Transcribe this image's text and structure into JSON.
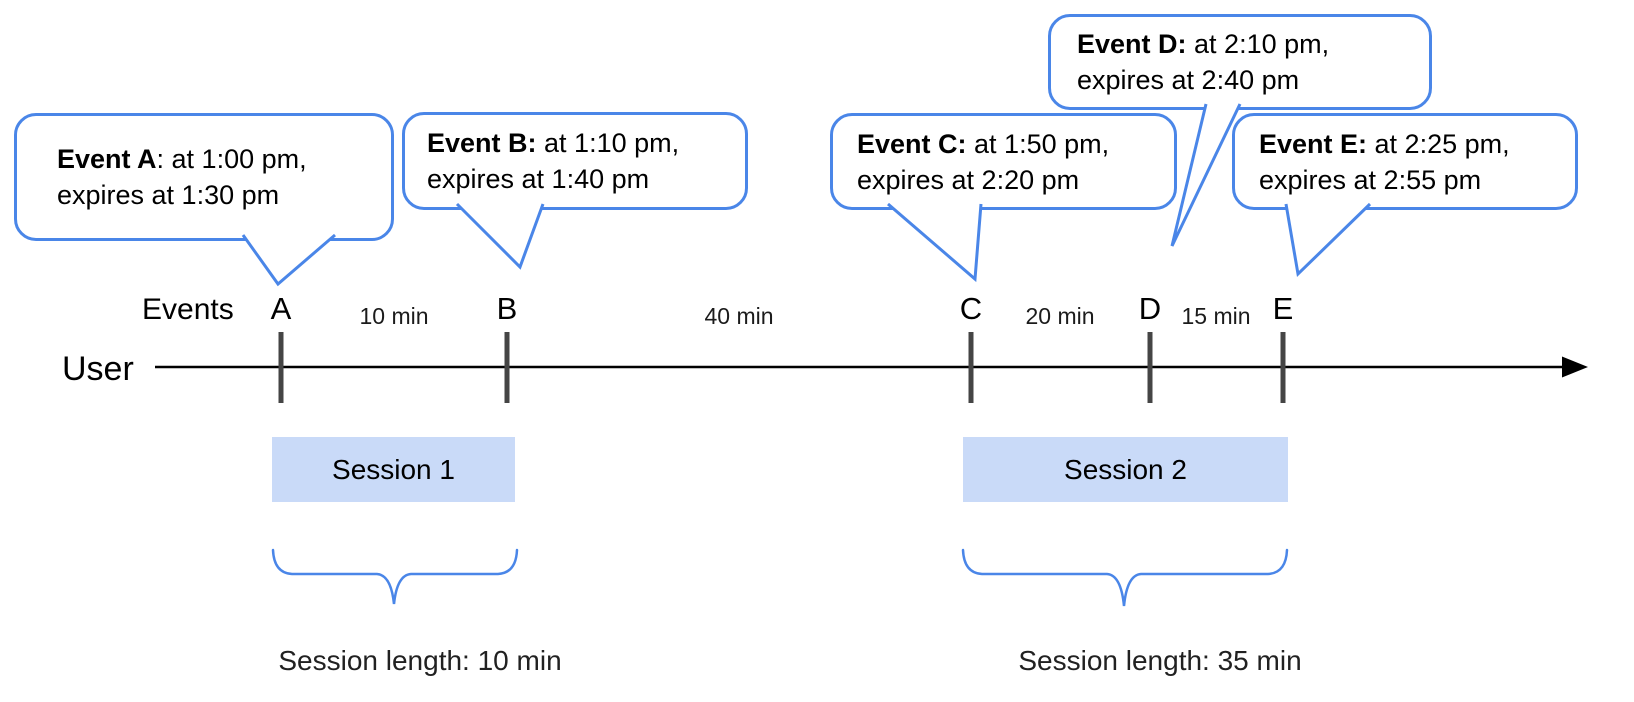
{
  "colors": {
    "callout_border_blue": "#4a86e8",
    "brace_blue": "#4a86e8",
    "session_fill_blue": "#c9daf8",
    "tick_gray": "#454545",
    "axis_black": "#000000"
  },
  "bubbles": [
    {
      "event": "A",
      "bold": "Event A",
      "line1_rest": ": at 1:00 pm,",
      "line2": "expires at 1:30 pm"
    },
    {
      "event": "B",
      "bold": "Event B:",
      "line1_rest": " at 1:10 pm,",
      "line2": "expires at 1:40 pm"
    },
    {
      "event": "C",
      "bold": "Event C:",
      "line1_rest": " at 1:50 pm,",
      "line2": "expires at 2:20 pm"
    },
    {
      "event": "D",
      "bold": "Event D:",
      "line1_rest": " at 2:10 pm,",
      "line2": "expires at 2:40 pm"
    },
    {
      "event": "E",
      "bold": "Event E:",
      "line1_rest": " at 2:25 pm,",
      "line2": "expires at 2:55 pm"
    }
  ],
  "timeline": {
    "axis_label": "Events",
    "user_label": "User",
    "ticks": [
      {
        "label": "A"
      },
      {
        "label": "B"
      },
      {
        "label": "C"
      },
      {
        "label": "D"
      },
      {
        "label": "E"
      }
    ],
    "intervals": [
      {
        "from": "A",
        "to": "B",
        "label": "10 min"
      },
      {
        "from": "B",
        "to": "C",
        "label": "40 min"
      },
      {
        "from": "C",
        "to": "D",
        "label": "20 min"
      },
      {
        "from": "D",
        "to": "E",
        "label": "15 min"
      }
    ]
  },
  "sessions": [
    {
      "label": "Session 1",
      "length_label": "Session length: 10 min"
    },
    {
      "label": "Session 2",
      "length_label": "Session length: 35 min"
    }
  ]
}
